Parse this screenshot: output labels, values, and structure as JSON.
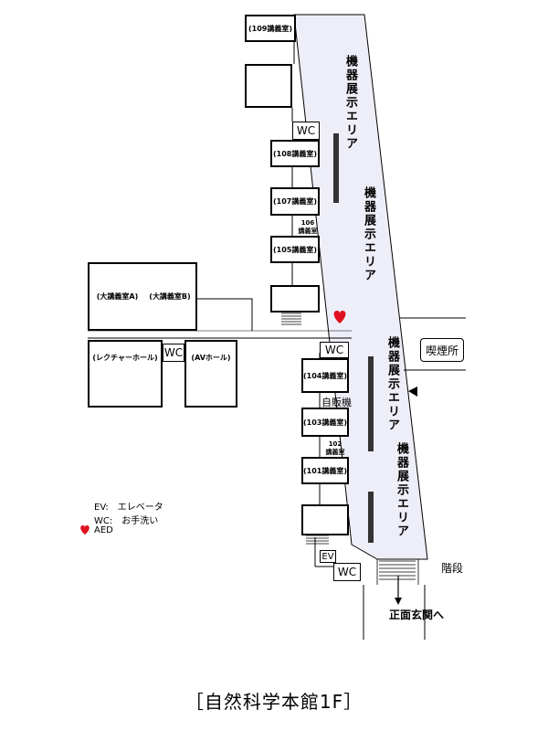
{
  "title": "［自然科学本館1F］",
  "rooms": {
    "r109": "(109講義室)",
    "r108": "(108講義室)",
    "r107": "(107講義室)",
    "r106": "106\n講義室",
    "r105": "(105講義室)",
    "large_a": "(大講義室A)",
    "large_b": "(大講義室B)",
    "lecture_hall": "(レクチャーホール)",
    "av_hall": "(AVホール)",
    "r104": "(104講義室)",
    "r103": "(103講義室)",
    "r102": "102\n講義室",
    "r101": "(101講義室)"
  },
  "labels": {
    "wc": "WC",
    "ev": "EV",
    "exhibit": "機器展示エリア",
    "vending": "自販機",
    "smoking": "喫煙所",
    "stairs": "階段",
    "entrance": "正面玄関へ"
  },
  "legend": {
    "ev": "EV:　エレベータ",
    "wc": "WC:　お手洗い",
    "aed": "AED"
  },
  "colors": {
    "corridor": "#eeeef8",
    "aed": "#e01020",
    "bar": "#333333"
  },
  "icons": [
    "aed-heart-icon",
    "entrance-arrow-icon",
    "pointer-triangle-icon"
  ]
}
